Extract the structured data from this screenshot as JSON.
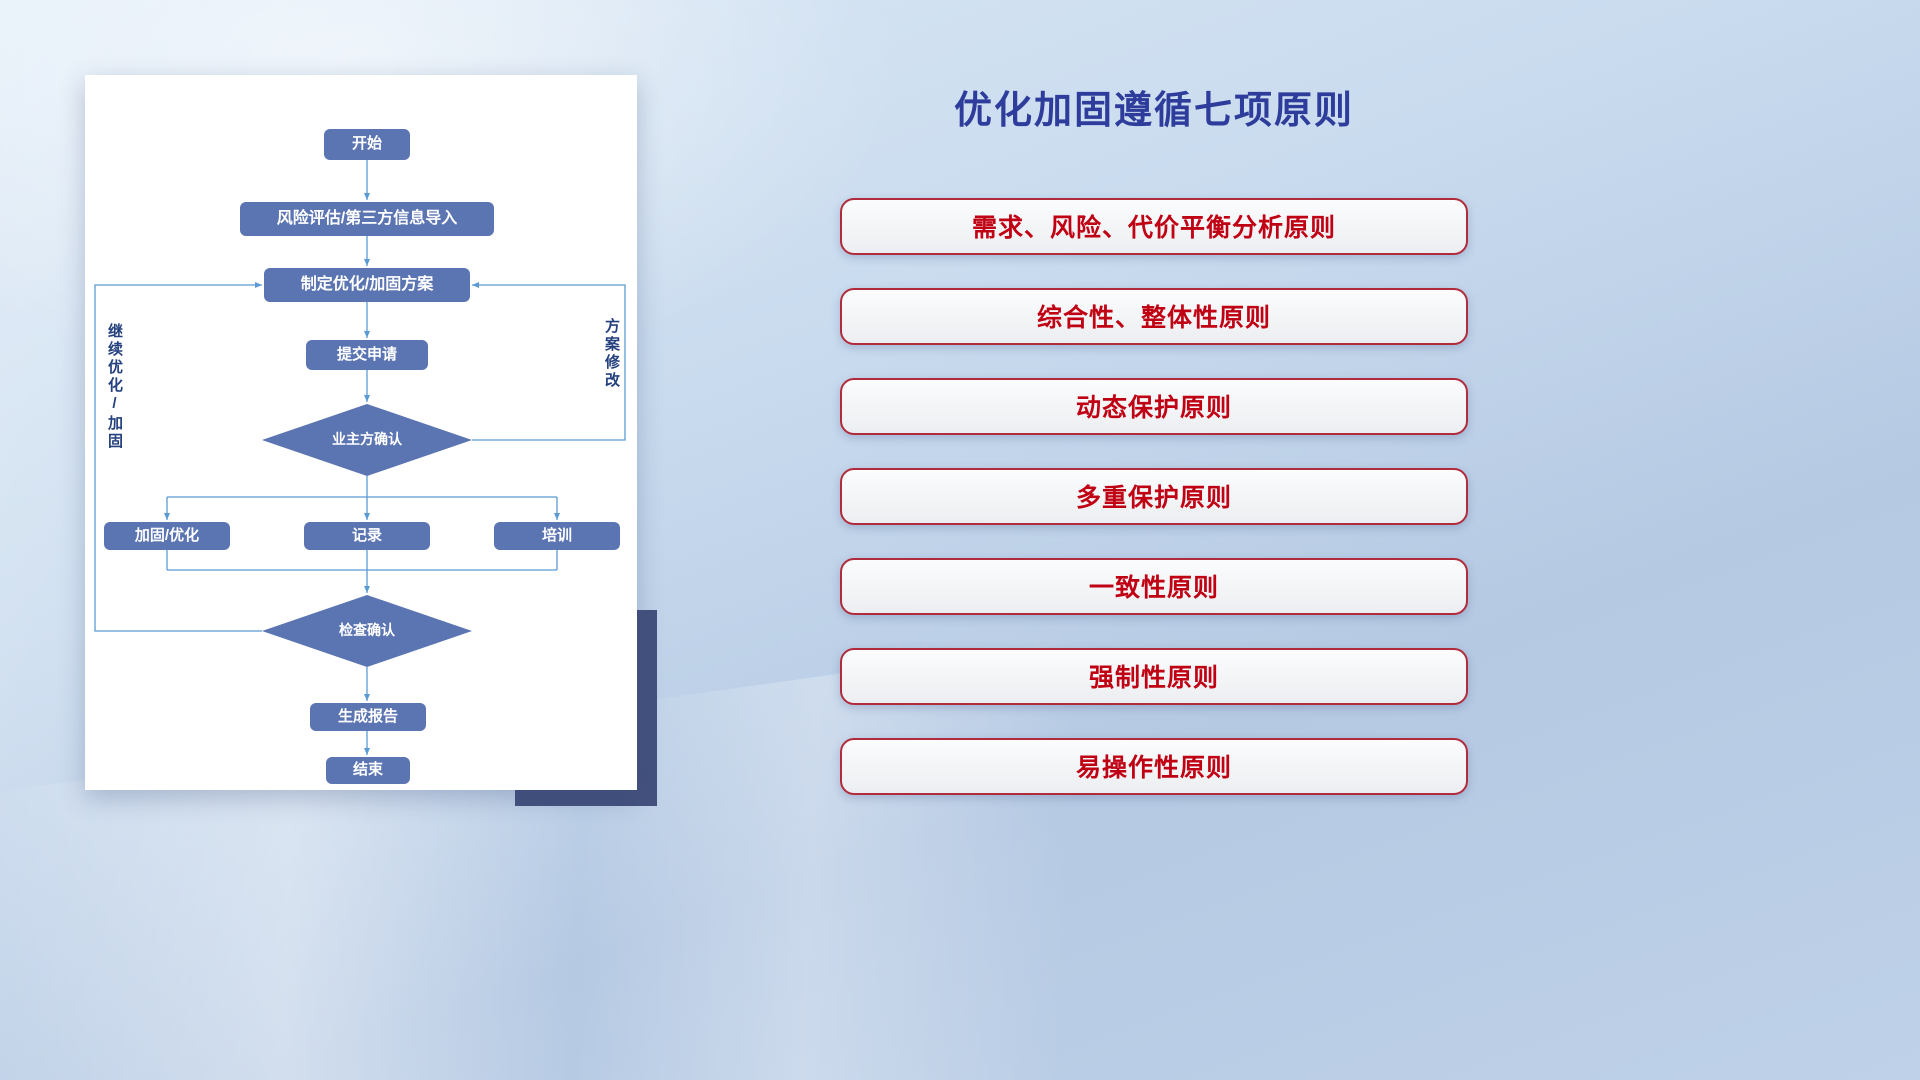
{
  "slide": {
    "title": "优化加固遵循七项原则"
  },
  "flowchart": {
    "nodes": {
      "start": "开始",
      "risk_import": "风险评估/第三方信息导入",
      "make_plan": "制定优化/加固方案",
      "submit": "提交申请",
      "owner_confirm": "业主方确认",
      "reinforce": "加固/优化",
      "record": "记录",
      "training": "培训",
      "check_confirm": "检查确认",
      "report": "生成报告",
      "end": "结束"
    },
    "labels": {
      "continue_loop": "继续优化/加固",
      "plan_revise": "方案修改"
    }
  },
  "principles": [
    {
      "label": "需求、风险、代价平衡分析原则"
    },
    {
      "label": "综合性、整体性原则"
    },
    {
      "label": "动态保护原则"
    },
    {
      "label": "多重保护原则"
    },
    {
      "label": "一致性原则"
    },
    {
      "label": "强制性原则"
    },
    {
      "label": "易操作性原则"
    }
  ],
  "colors": {
    "title_blue": "#2E3D9B",
    "principle_text": "#C00013",
    "principle_border": "#B02C3C",
    "node_fill": "#5B74B2",
    "connector": "#5B9BD5",
    "accent_navy": "#44517E",
    "label_blue": "#24407E"
  }
}
